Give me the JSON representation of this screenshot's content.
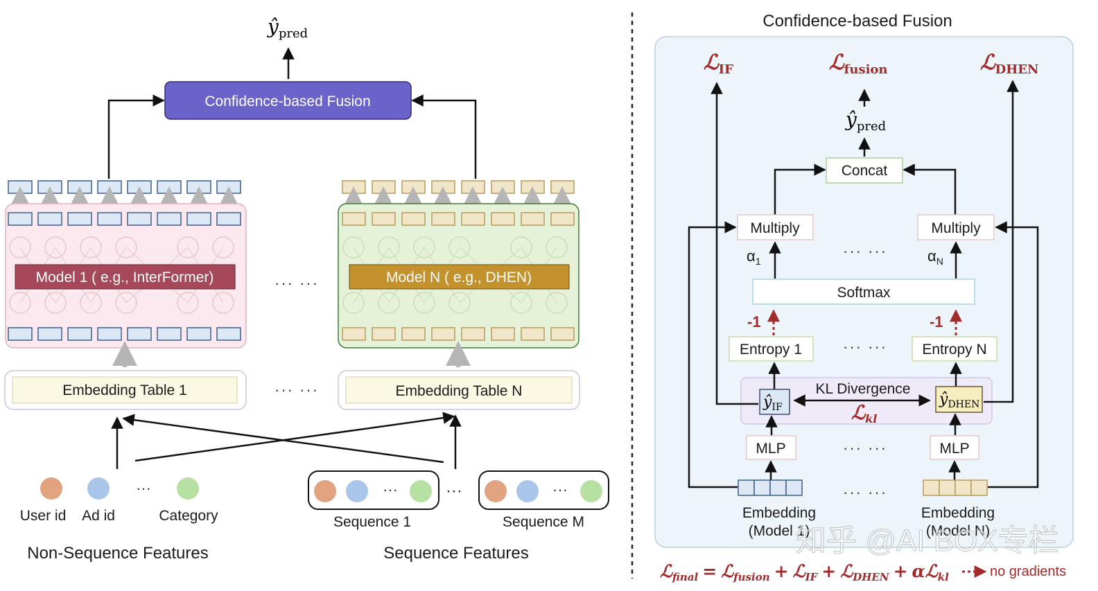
{
  "left": {
    "output_symbol": "ŷ",
    "output_sub": "pred",
    "fusion_box": "Confidence-based Fusion",
    "model1": "Model 1 ( e.g., InterFormer)",
    "modelN": "Model N ( e.g., DHEN)",
    "ellipsis_model": "··· ···",
    "embed1": "Embedding Table 1",
    "embedN": "Embedding Table N",
    "ellipsis_embed": "··· ···",
    "features": {
      "user_id": "User id",
      "ad_id": "Ad id",
      "category": "Category",
      "dots": "···",
      "seq1": "Sequence 1",
      "seqM": "Sequence M",
      "seq_dots": "···",
      "between_seq_dots": "···"
    },
    "non_seq_title": "Non-Sequence Features",
    "seq_title": "Sequence Features"
  },
  "right": {
    "title": "Confidence-based Fusion",
    "loss_if": "ℒ",
    "loss_if_sub": "IF",
    "loss_fusion": "ℒ",
    "loss_fusion_sub": "fusion",
    "loss_dhen": "ℒ",
    "loss_dhen_sub": "DHEN",
    "pred_symbol": "ŷ",
    "pred_sub": "pred",
    "concat": "Concat",
    "multiply1": "Multiply",
    "multiplyN": "Multiply",
    "alpha1": "α",
    "alpha1_sub": "1",
    "alphaN": "α",
    "alphaN_sub": "N",
    "ellipsis_mult": "··· ···",
    "softmax": "Softmax",
    "minus1_left": "-1",
    "minus1_right": "-1",
    "entropy1": "Entropy 1",
    "entropyN": "Entropy N",
    "ellipsis_entropy": "··· ···",
    "kl_label": "KL Divergence",
    "y_if": "ŷ",
    "y_if_sub": "IF",
    "y_dhen": "ŷ",
    "y_dhen_sub": "DHEN",
    "loss_kl": "ℒ",
    "loss_kl_sub": "kl",
    "mlp1": "MLP",
    "mlpN": "MLP",
    "ellipsis_mlp": "··· ···",
    "ellipsis_emb": "··· ···",
    "emb1_line1": "Embedding",
    "emb1_line2": "(Model 1)",
    "embN_line1": "Embedding",
    "embN_line2": "(Model N)"
  },
  "footer": {
    "final_loss": "ℒ",
    "final_sub": "final",
    "eq": "=",
    "t1": "ℒ",
    "t1_sub": "fusion",
    "plus1": "+",
    "t2": "ℒ",
    "t2_sub": "IF",
    "plus2": "+",
    "t3": "ℒ",
    "t3_sub": "DHEN",
    "plus3": "+",
    "t4": "αℒ",
    "t4_sub": "kl",
    "no_grad": "no gradients"
  },
  "watermark": "知乎 @AI BOX专栏",
  "colors": {
    "fusion_box": "#6b63c9",
    "model1": "#a6485a",
    "modelN": "#c4922c",
    "panel1": "#fbe9ef",
    "panelN": "#e6f2d8",
    "loss_red": "#a32a2a",
    "blue_cell": "#dce8f5",
    "yellow_cell": "#f2e6c8"
  }
}
